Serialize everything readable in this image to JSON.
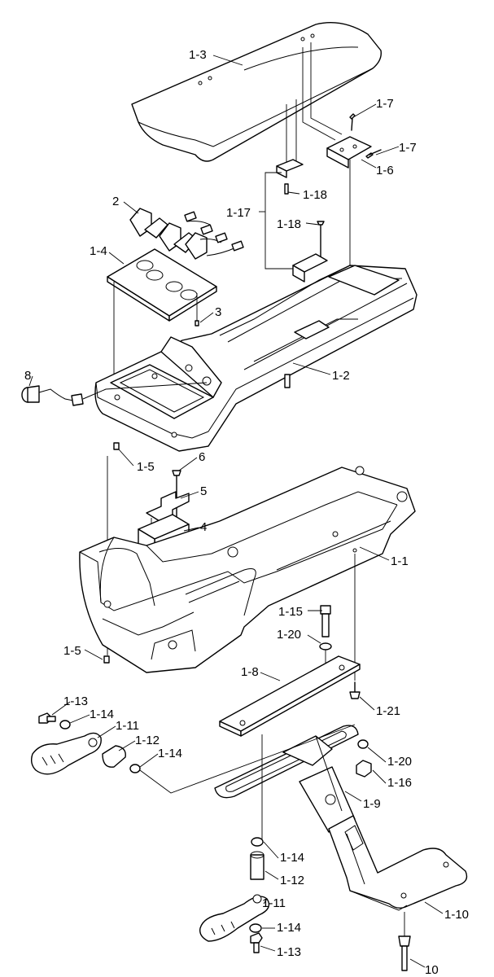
{
  "diagram": {
    "callouts": [
      {
        "id": "c-1-3",
        "text": "1-3"
      },
      {
        "id": "c-1-7a",
        "text": "1-7"
      },
      {
        "id": "c-1-7b",
        "text": "1-7"
      },
      {
        "id": "c-1-6",
        "text": "1-6"
      },
      {
        "id": "c-1-18a",
        "text": "1-18"
      },
      {
        "id": "c-1-17",
        "text": "1-17"
      },
      {
        "id": "c-1-18b",
        "text": "1-18"
      },
      {
        "id": "c-2",
        "text": "2"
      },
      {
        "id": "c-1-4",
        "text": "1-4"
      },
      {
        "id": "c-3",
        "text": "3"
      },
      {
        "id": "c-8",
        "text": "8"
      },
      {
        "id": "c-1-2",
        "text": "1-2"
      },
      {
        "id": "c-1-5a",
        "text": "1-5"
      },
      {
        "id": "c-6",
        "text": "6"
      },
      {
        "id": "c-5",
        "text": "5"
      },
      {
        "id": "c-4",
        "text": "4"
      },
      {
        "id": "c-1-1",
        "text": "1-1"
      },
      {
        "id": "c-1-15",
        "text": "1-15"
      },
      {
        "id": "c-1-20a",
        "text": "1-20"
      },
      {
        "id": "c-1-5b",
        "text": "1-5"
      },
      {
        "id": "c-1-8",
        "text": "1-8"
      },
      {
        "id": "c-1-21",
        "text": "1-21"
      },
      {
        "id": "c-1-13a",
        "text": "1-13"
      },
      {
        "id": "c-1-14a",
        "text": "1-14"
      },
      {
        "id": "c-1-11a",
        "text": "1-11"
      },
      {
        "id": "c-1-12a",
        "text": "1-12"
      },
      {
        "id": "c-1-14b",
        "text": "1-14"
      },
      {
        "id": "c-1-20b",
        "text": "1-20"
      },
      {
        "id": "c-1-16",
        "text": "1-16"
      },
      {
        "id": "c-1-9",
        "text": "1-9"
      },
      {
        "id": "c-1-14c",
        "text": "1-14"
      },
      {
        "id": "c-1-12b",
        "text": "1-12"
      },
      {
        "id": "c-1-11b",
        "text": "1-11"
      },
      {
        "id": "c-1-10",
        "text": "1-10"
      },
      {
        "id": "c-1-14d",
        "text": "1-14"
      },
      {
        "id": "c-1-13b",
        "text": "1-13"
      },
      {
        "id": "c-10",
        "text": "10"
      }
    ]
  }
}
